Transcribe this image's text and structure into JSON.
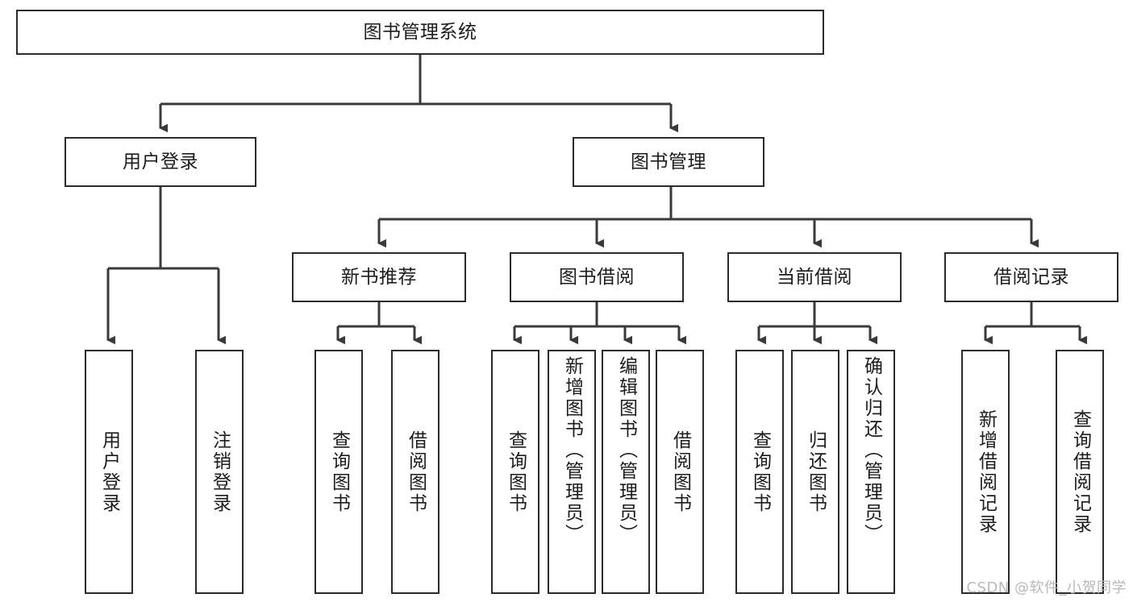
{
  "diagram": {
    "type": "tree-hierarchy",
    "title": "图书管理系统",
    "watermark": "CSDN @软件_小贺同学",
    "style": {
      "box_fill": "#ffffff",
      "box_stroke": "#2b2b2b",
      "text_color": "#1c1c1c",
      "connector_color": "#3a3a3a",
      "background": "#ffffff",
      "watermark_color": "#b9b9b9"
    },
    "levels": {
      "root": {
        "label": "图书管理系统"
      },
      "level2": [
        {
          "label": "用户登录"
        },
        {
          "label": "图书管理"
        }
      ],
      "level3": [
        {
          "label": "新书推荐"
        },
        {
          "label": "图书借阅"
        },
        {
          "label": "当前借阅"
        },
        {
          "label": "借阅记录"
        }
      ],
      "leaves": {
        "user_login": [
          {
            "label": "用户登录"
          },
          {
            "label": "注销登录"
          }
        ],
        "new_book_rec": [
          {
            "label": "查询图书"
          },
          {
            "label": "借阅图书"
          }
        ],
        "book_borrow": [
          {
            "label": "查询图书"
          },
          {
            "label": "新增图书（管理员）"
          },
          {
            "label": "编辑图书（管理员）"
          },
          {
            "label": "借阅图书"
          }
        ],
        "current_borrow": [
          {
            "label": "查询图书"
          },
          {
            "label": "归还图书"
          },
          {
            "label": "确认归还（管理员）"
          }
        ],
        "borrow_record": [
          {
            "label": "新增借阅记录"
          },
          {
            "label": "查询借阅记录"
          }
        ]
      }
    }
  }
}
